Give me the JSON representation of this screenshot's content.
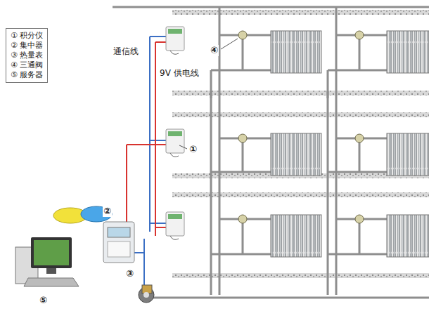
{
  "diagram": {
    "labels": [
      "通信线",
      "9V 供电线",
      "④",
      "①",
      "②",
      "③",
      "⑤"
    ],
    "legend": [
      {
        "text": "① 积分仪"
      },
      {
        "text": "② 集中器"
      },
      {
        "text": "③ 热量表"
      },
      {
        "text": "④ 三通阀"
      },
      {
        "text": "⑤ 服务器"
      }
    ]
  }
}
